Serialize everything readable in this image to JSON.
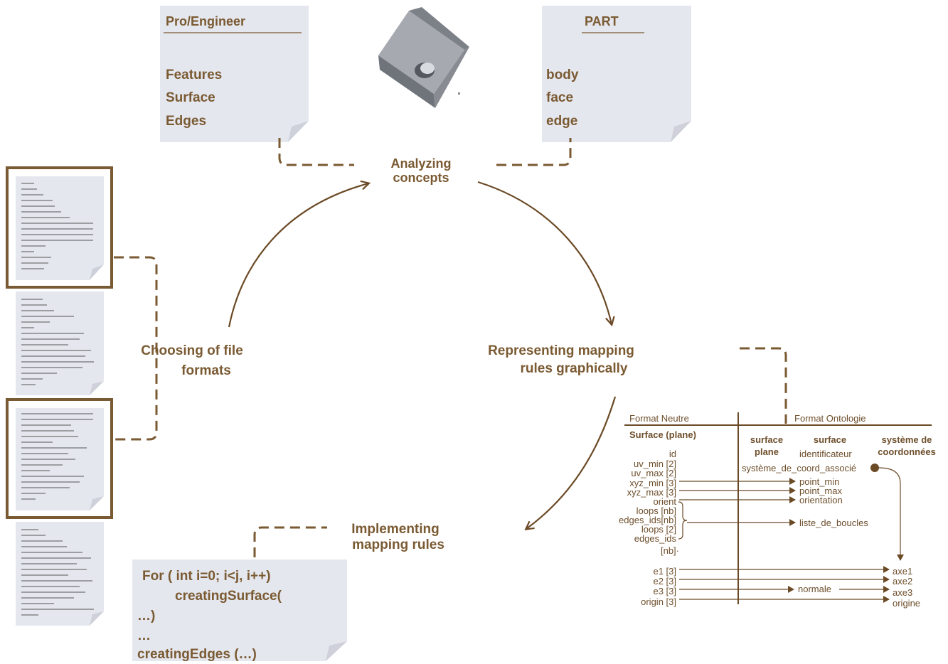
{
  "proengineer_card": {
    "title": "Pro/Engineer",
    "items": [
      "Features",
      "Surface",
      "Edges"
    ]
  },
  "part_card": {
    "title": "PART",
    "items": [
      "body",
      "face",
      "edge"
    ]
  },
  "steps": {
    "analyzing": [
      "Analyzing",
      "concepts"
    ],
    "representing": [
      "Representing mapping",
      "rules graphically"
    ],
    "implementing": [
      "Implementing",
      "mapping rules"
    ],
    "choosing": [
      "Choosing of file",
      "formats"
    ]
  },
  "code_card": {
    "lines": [
      "For ( int   i=0; i<j, i++)",
      "creatingSurface(",
      "…)",
      "…",
      "creatingEdges (…)"
    ]
  },
  "mapping": {
    "header_left": "Format Neutre",
    "header_right": "Format Ontologie",
    "source_title": "Surface (plane)",
    "col1": [
      "surface",
      "plane"
    ],
    "col2": [
      "surface"
    ],
    "col3": [
      "système de",
      "coordonnées"
    ],
    "source_fields": [
      "id",
      "uv_min [2]",
      "uv_max [2]",
      "xyz_min [3]",
      "xyz_max [3]",
      "orient",
      "loops [nb]",
      "edges_ids[nb]",
      "loops [2]",
      "edges_ids",
      "[nb]·"
    ],
    "surface_fields": [
      "identificateur",
      "système_de_coord_associé",
      "point_min",
      "point_max",
      "orientation",
      "liste_de_boucles"
    ],
    "axis_sources": [
      "e1 [3]",
      "e2 [3]",
      "e3 [3]",
      "origin [3]"
    ],
    "axis_targets": [
      "axe1",
      "axe2",
      "axe3",
      "origine"
    ],
    "normale": "normale"
  },
  "colors": {
    "brown_line": "#6b4a26",
    "brown_text": "#7a5a32",
    "card_fill": "#e5e7ee",
    "card_fold": "#ced1da"
  }
}
